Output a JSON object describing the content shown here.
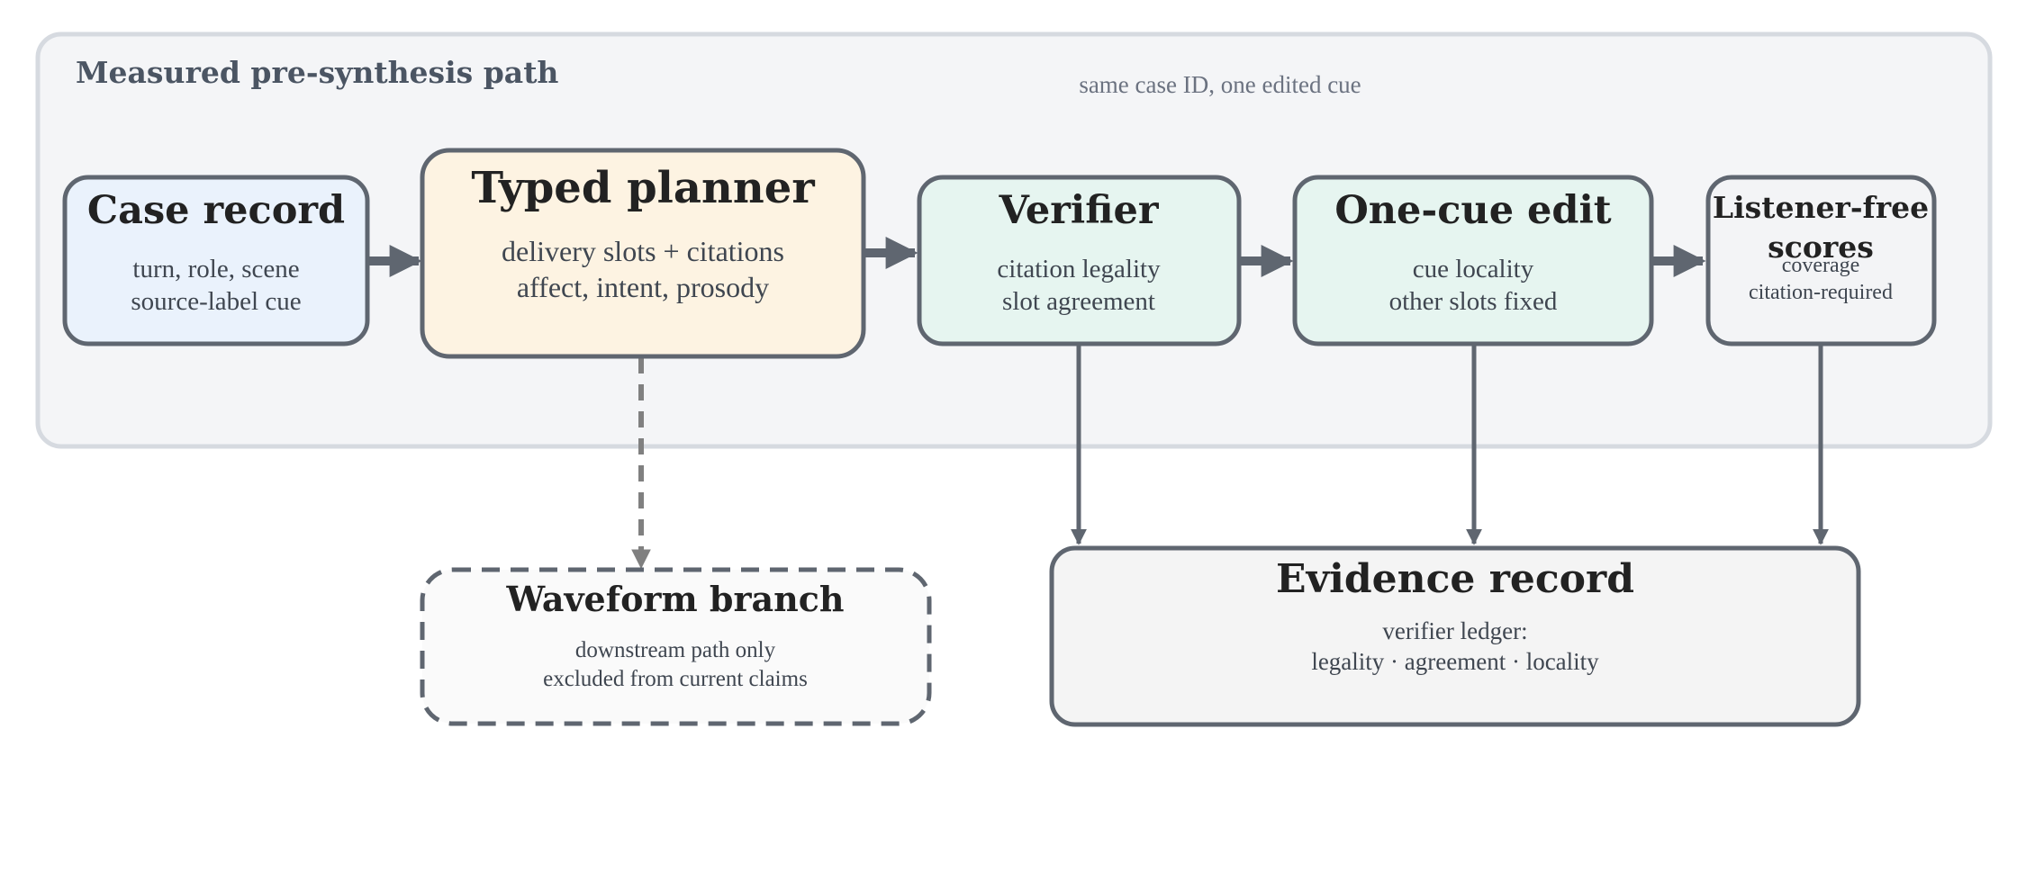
{
  "colors": {
    "group_fill": "#f4f5f7",
    "group_stroke": "#d6dae0",
    "node_stroke": "#5f6670",
    "arrow": "#5f6670",
    "dashed_arrow": "#808080",
    "case_record_fill": "#eaf2fc",
    "typed_planner_fill": "#fdf3e2",
    "verifier_fill": "#e6f5f0",
    "one_cue_edit_fill": "#e6f5f0",
    "listener_free_fill": "#f3f4f6",
    "waveform_fill": "#fafafa",
    "evidence_fill": "#f4f4f4"
  },
  "group": {
    "title": "Measured pre-synthesis path",
    "note": "same case ID, one edited cue"
  },
  "nodes": {
    "case_record": {
      "title": "Case record",
      "line1": "turn, role, scene",
      "line2": "source-label cue"
    },
    "typed_planner": {
      "title": "Typed planner",
      "line1": "delivery slots + citations",
      "line2": "affect, intent, prosody"
    },
    "verifier": {
      "title": "Verifier",
      "line1": "citation legality",
      "line2": "slot agreement"
    },
    "one_cue_edit": {
      "title": "One-cue edit",
      "line1": "cue locality",
      "line2": "other slots fixed"
    },
    "listener_free": {
      "title_line1": "Listener-free",
      "title_line2": "scores",
      "line1": "coverage",
      "line2": "citation-required"
    },
    "waveform_branch": {
      "title": "Waveform branch",
      "line1": "downstream path only",
      "line2": "excluded from current claims"
    },
    "evidence_record": {
      "title": "Evidence record",
      "line1": "verifier ledger:",
      "line2": "legality · agreement · locality"
    }
  }
}
